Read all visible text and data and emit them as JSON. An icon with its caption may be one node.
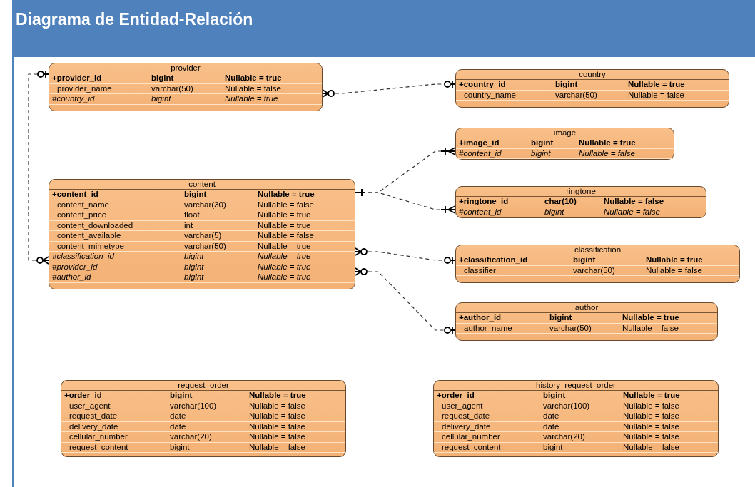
{
  "diagram": {
    "title": "Diagrama de Entidad-Relación",
    "nodes": [
      {
        "text": [
          "provider",
          "+provider_id",
          "bigint",
          "Nullable = true",
          "provider_name",
          "varchar(50)",
          "Nullable = false",
          "#country_id",
          "bigint",
          "Nullable = true"
        ]
      },
      {
        "text": [
          "country",
          "+country_id",
          "bigint",
          "Nullable = true",
          "country_name",
          "varchar(50)",
          "Nullable = false"
        ]
      },
      {
        "text": [
          "image",
          "+image_id",
          "bigint",
          "Nullable = true",
          "#content_id",
          "bigint",
          "Nullable = false"
        ]
      },
      {
        "text": [
          "content",
          "+content_id",
          "bigint",
          "Nullable = true",
          "content_name",
          "varchar(30)",
          "Nullable = false",
          "content_price",
          "float",
          "Nullable = true",
          "content_downloaded",
          "int",
          "Nullable = true",
          "content_available",
          "varchar(5)",
          "Nullable = false",
          "content_mimetype",
          "varchar(50)",
          "Nullable = true",
          "#classification_id",
          "bigint",
          "Nullable = true",
          "#provider_id",
          "bigint",
          "Nullable = true",
          "#author_id",
          "bigint",
          "Nullable = true"
        ]
      },
      {
        "text": [
          "ringtone",
          "+ringtone_id",
          "char(10)",
          "Nullable = false",
          "#content_id",
          "bigint",
          "Nullable = false"
        ]
      },
      {
        "text": [
          "classification",
          "+classification_id",
          "bigint",
          "Nullable = true",
          "classifier",
          "varchar(50)",
          "Nullable = false"
        ]
      },
      {
        "text": [
          "author",
          "+author_id",
          "bigint",
          "Nullable = true",
          "author_name",
          "varchar(50)",
          "Nullable = false"
        ]
      },
      {
        "text": [
          "request_order",
          "+order_id",
          "bigint",
          "Nullable = true",
          "user_agent",
          "varchar(100)",
          "Nullable = false",
          "request_date",
          "date",
          "Nullable = false",
          "delivery_date",
          "date",
          "Nullable = false",
          "cellular_number",
          "varchar(20)",
          "Nullable = false",
          "request_content",
          "bigint",
          "Nullable = false"
        ]
      },
      {
        "text": [
          "history_request_order",
          "+order_id",
          "bigint",
          "Nullable = true",
          "user_agent",
          "varchar(100)",
          "Nullable = false",
          "request_date",
          "date",
          "Nullable = false",
          "delivery_date",
          "date",
          "Nullable = false",
          "cellular_number",
          "varchar(20)",
          "Nullable = false",
          "request_content",
          "bigint",
          "Nullable = false"
        ]
      }
    ],
    "edges": [
      {
        "from": 0,
        "to": 1,
        "arrow": "other"
      },
      {
        "from": 3,
        "to": 0,
        "arrow": "other"
      },
      {
        "from": 3,
        "to": 2,
        "arrow": "other"
      },
      {
        "from": 3,
        "to": 4,
        "arrow": "other"
      },
      {
        "from": 3,
        "to": 5,
        "arrow": "other"
      },
      {
        "from": 3,
        "to": 6,
        "arrow": "other"
      }
    ]
  }
}
